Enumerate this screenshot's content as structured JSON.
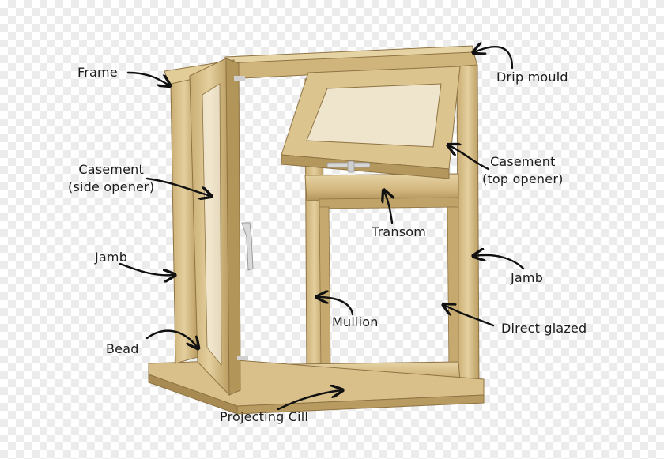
{
  "labels": {
    "frame": "Frame",
    "drip_mould": "Drip mould",
    "casement_side_line1": "Casement",
    "casement_side_line2": "(side opener)",
    "casement_top_line1": "Casement",
    "casement_top_line2": "(top opener)",
    "transom": "Transom",
    "jamb_left": "Jamb",
    "jamb_right": "Jamb",
    "mullion": "Mullion",
    "direct_glazed": "Direct glazed",
    "bead": "Bead",
    "projecting_cill": "Projecting Cill"
  },
  "colors": {
    "wood_light": "#e2cc98",
    "wood_mid": "#c9ad72",
    "wood_dark": "#a3864e",
    "handle": "#d9d9d9",
    "arrow": "#111111",
    "text": "#1c1c1c"
  }
}
